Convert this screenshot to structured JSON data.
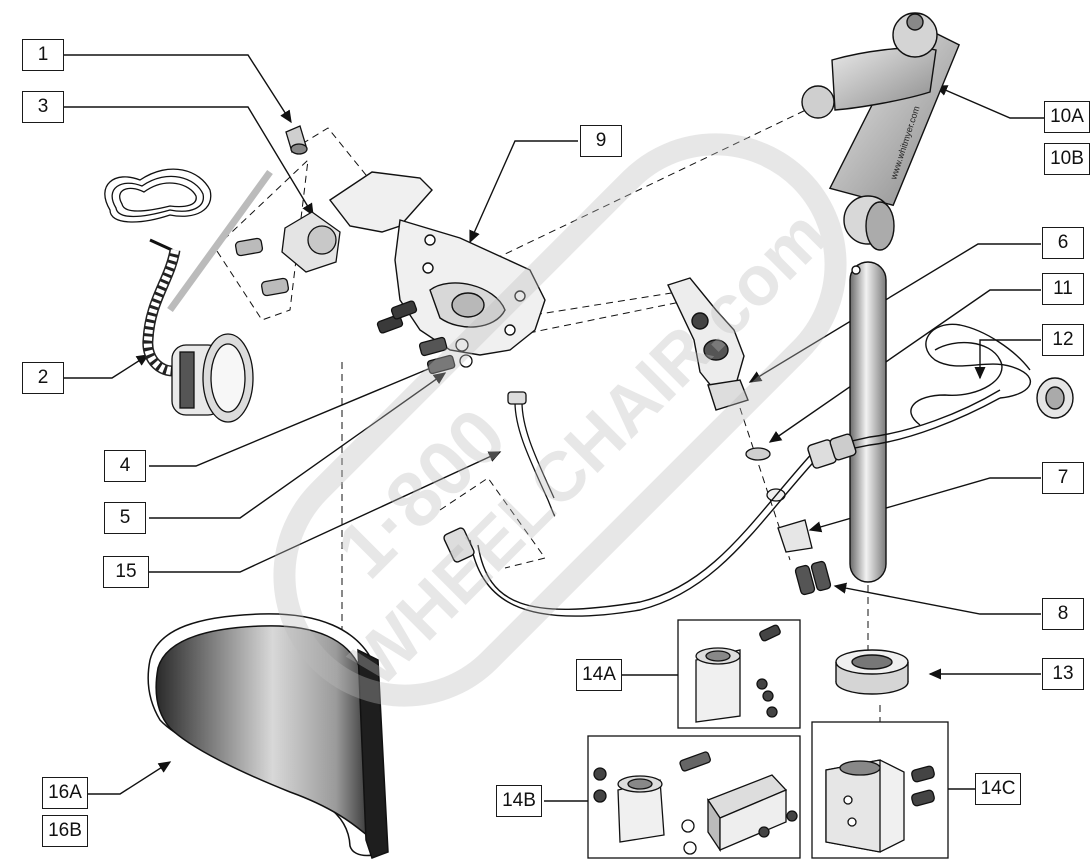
{
  "callouts": {
    "c1": "1",
    "c2": "2",
    "c3": "3",
    "c4": "4",
    "c5": "5",
    "c6": "6",
    "c7": "7",
    "c8": "8",
    "c9": "9",
    "c10a": "10A",
    "c10b": "10B",
    "c11": "11",
    "c12": "12",
    "c13": "13",
    "c14a": "14A",
    "c14b": "14B",
    "c14c": "14C",
    "c15": "15",
    "c16a": "16A",
    "c16b": "16B"
  },
  "watermark": {
    "line1": "1·800",
    "line2": "WHEELCHAIR.com"
  },
  "mount_arm_text": "www.whitmyer.com"
}
